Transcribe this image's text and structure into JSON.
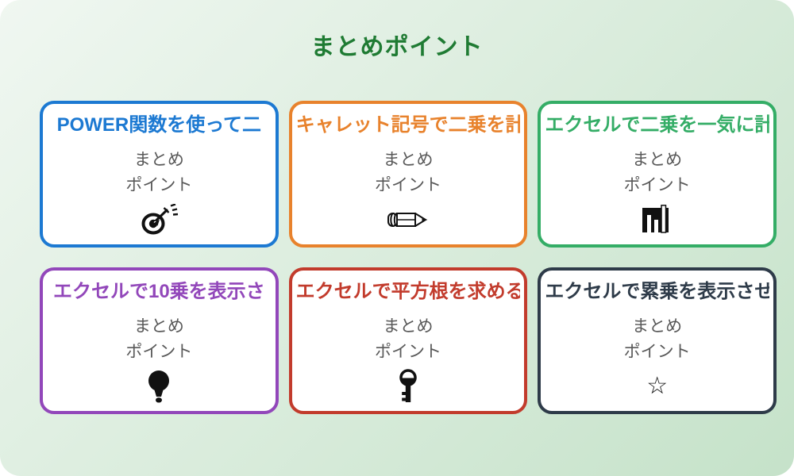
{
  "page": {
    "title": "まとめポイント",
    "title_color": "#1f7b33",
    "background": {
      "gradient_start": "#f0f7f1",
      "gradient_end": "#c5e2c9"
    }
  },
  "cards": [
    {
      "title": "POWER関数を使って二",
      "color": "#1c79d2",
      "note_line1": "まとめ",
      "note_line2": "ポイント",
      "icon": "dart-target-icon"
    },
    {
      "title": "キャレット記号で二乗を計",
      "color": "#e8822c",
      "note_line1": "まとめ",
      "note_line2": "ポイント",
      "icon": "pencil-icon"
    },
    {
      "title": "エクセルで二乗を一気に計",
      "color": "#34ad66",
      "note_line1": "まとめ",
      "note_line2": "ポイント",
      "icon": "bar-chart-icon"
    },
    {
      "title": "エクセルで10乗を表示さ",
      "color": "#9247ba",
      "note_line1": "まとめ",
      "note_line2": "ポイント",
      "icon": "lightbulb-icon"
    },
    {
      "title": "エクセルで平方根を求める",
      "color": "#c23b2c",
      "note_line1": "まとめ",
      "note_line2": "ポイント",
      "icon": "key-icon"
    },
    {
      "title": "エクセルで累乗を表示させ",
      "color": "#2e3b49",
      "note_line1": "まとめ",
      "note_line2": "ポイント",
      "icon": "star-icon",
      "star_glyph": "☆"
    }
  ]
}
